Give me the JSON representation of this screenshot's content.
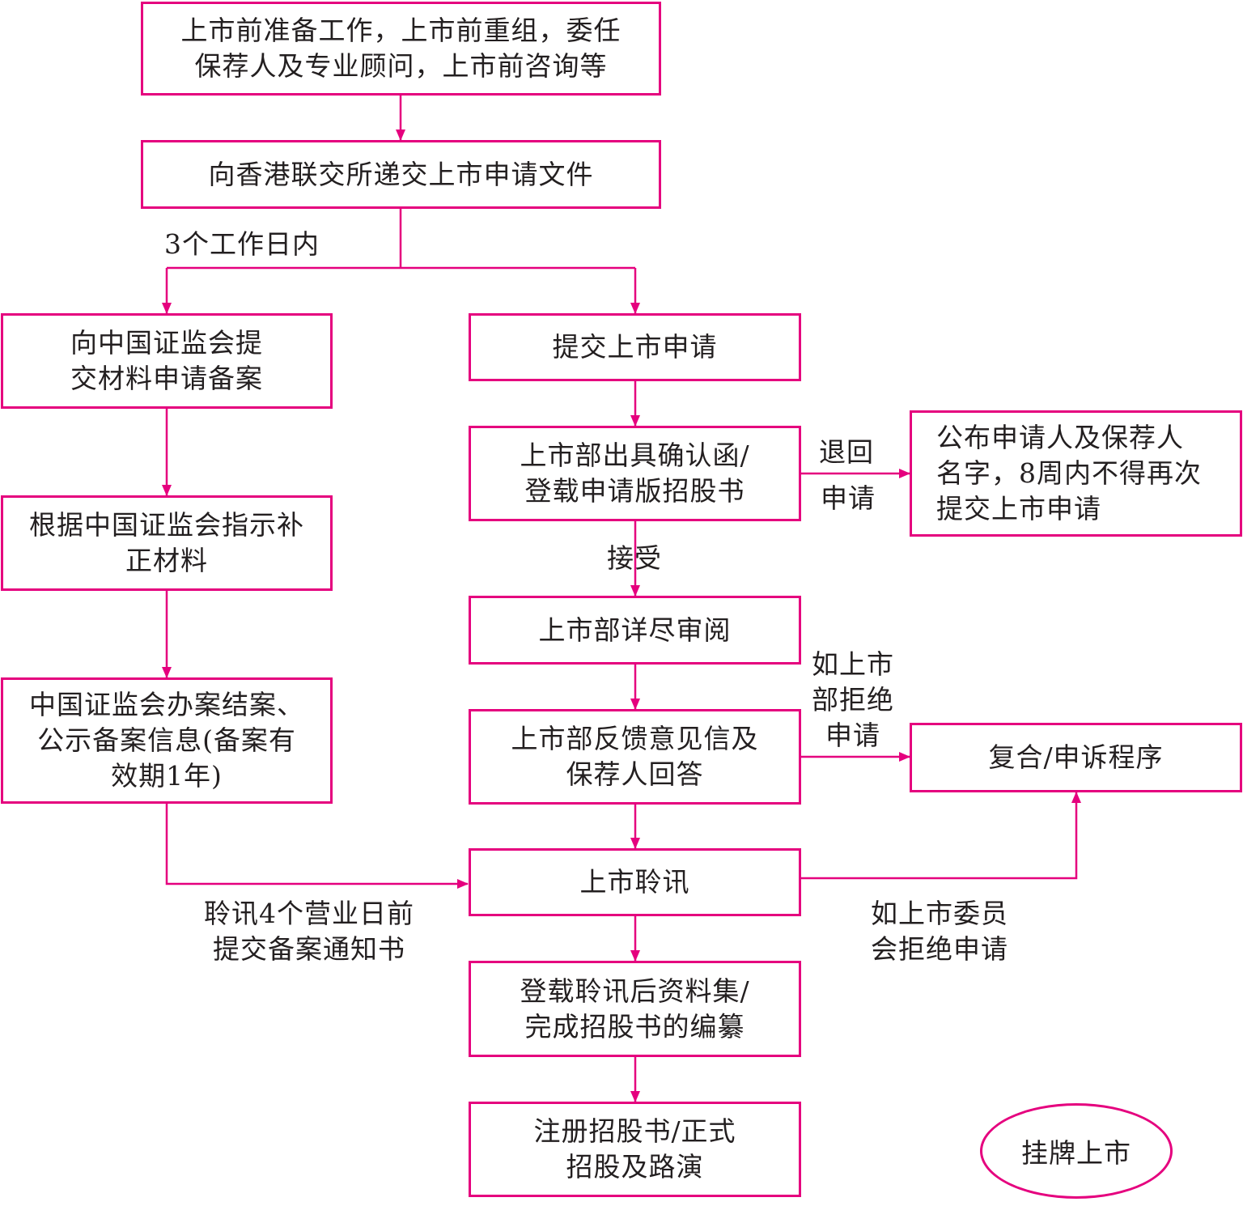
{
  "colors": {
    "accent": "#e5007e",
    "text": "#231f20"
  },
  "nodes": {
    "prep": [
      "上市前准备工作，上市前重组，委任",
      "保荐人及专业顾问，上市前咨询等"
    ],
    "submit_docs": [
      "向香港联交所递交上市申请文件"
    ],
    "csrc_filing": [
      "向中国证监会提",
      "交材料申请备案"
    ],
    "submit_application": [
      "提交上市申请"
    ],
    "confirmation": [
      "上市部出具确认函/",
      "登载申请版招股书"
    ],
    "rejected_notice": [
      "公布申请人及保荐人",
      "名字，8周内不得再次",
      "提交上市申请"
    ],
    "csrc_supplement": [
      "根据中国证监会指示补",
      "正材料"
    ],
    "review": [
      "上市部详尽审阅"
    ],
    "feedback": [
      "上市部反馈意见信及",
      "保荐人回答"
    ],
    "appeal": [
      "复合/申诉程序"
    ],
    "csrc_close": [
      "中国证监会办案结案、",
      "公示备案信息(备案有",
      "效期1年)"
    ],
    "hearing": [
      "上市聆讯"
    ],
    "post_hearing": [
      "登载聆讯后资料集/",
      "完成招股书的编纂"
    ],
    "register": [
      "注册招股书/正式",
      "招股及路演"
    ],
    "listing": "挂牌上市"
  },
  "labels": {
    "three_days": "3个工作日内",
    "return_1": "退回",
    "return_2": "申请",
    "accept": "接受",
    "dept_reject": [
      "如上市",
      "部拒绝",
      "申请"
    ],
    "hearing_notice": [
      "聆讯4个营业日前",
      "提交备案通知书"
    ],
    "committee_reject": [
      "如上市委员",
      "会拒绝申请"
    ]
  }
}
